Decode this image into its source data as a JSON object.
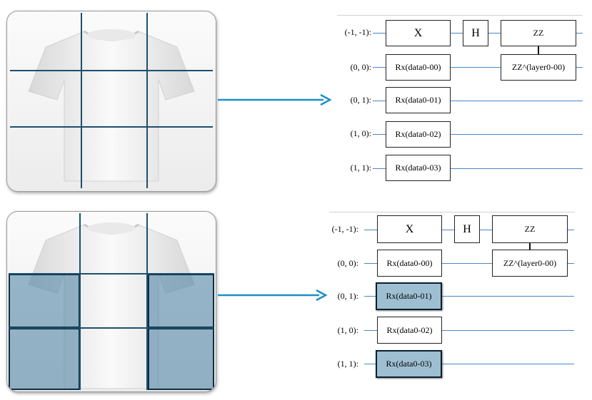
{
  "colors": {
    "grid_line": "#1c4f6e",
    "highlight_fill": "#467da0",
    "arrow": "#1e90c8",
    "wire": "#4a86c8",
    "gate_highlight": "#9ebfd2"
  },
  "top_circuit": {
    "qubits": [
      "(-1, -1):",
      "(0, 0):",
      "(0, 1):",
      "(1, 0):",
      "(1, 1):"
    ],
    "gates": {
      "x": "X",
      "h": "H",
      "zz": "ZZ",
      "zz_layer": "ZZ^(layer0-00)",
      "rx0": "Rx(data0-00)",
      "rx1": "Rx(data0-01)",
      "rx2": "Rx(data0-02)",
      "rx3": "Rx(data0-03)"
    }
  },
  "bottom_circuit": {
    "qubits": [
      "(-1, -1):",
      "(0, 0):",
      "(0, 1):",
      "(1, 0):",
      "(1, 1):"
    ],
    "gates": {
      "x": "X",
      "h": "H",
      "zz": "ZZ",
      "zz_layer": "ZZ^(layer0-00)",
      "rx0": "Rx(data0-00)",
      "rx1": "Rx(data0-01)",
      "rx2": "Rx(data0-02)",
      "rx3": "Rx(data0-03)"
    },
    "highlighted_gates": [
      "rx1",
      "rx3"
    ]
  }
}
